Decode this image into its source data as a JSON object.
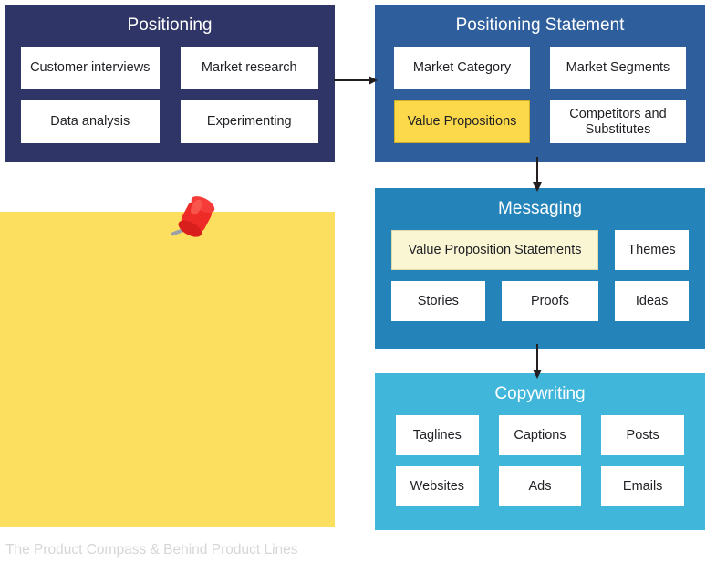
{
  "diagram": {
    "title_hidden": "",
    "sections": [
      {
        "id": "positioning",
        "title": "Positioning",
        "color": "#2f3566",
        "rows": [
          [
            {
              "label": "Customer interviews",
              "highlight": "none"
            },
            {
              "label": "Market research",
              "highlight": "none"
            }
          ],
          [
            {
              "label": "Data analysis",
              "highlight": "none"
            },
            {
              "label": "Experimenting",
              "highlight": "none"
            }
          ]
        ]
      },
      {
        "id": "positioning-statement",
        "title": "Positioning Statement",
        "color": "#2e5e9b",
        "rows": [
          [
            {
              "label": "Market Category",
              "highlight": "none"
            },
            {
              "label": "Market Segments",
              "highlight": "none"
            }
          ],
          [
            {
              "label": "Value Propositions",
              "highlight": "gold"
            },
            {
              "label": "Competitors and Substitutes",
              "highlight": "none"
            }
          ]
        ]
      },
      {
        "id": "messaging",
        "title": "Messaging",
        "color": "#2484ba",
        "rows": [
          [
            {
              "label": "Value Proposition Statements",
              "highlight": "cream"
            },
            {
              "label": "Themes",
              "highlight": "none"
            }
          ],
          [
            {
              "label": "Stories",
              "highlight": "none"
            },
            {
              "label": "Proofs",
              "highlight": "none"
            },
            {
              "label": "Ideas",
              "highlight": "none"
            }
          ]
        ]
      },
      {
        "id": "copywriting",
        "title": "Copywriting",
        "color": "#41b6db",
        "rows": [
          [
            {
              "label": "Taglines",
              "highlight": "none"
            },
            {
              "label": "Captions",
              "highlight": "none"
            },
            {
              "label": "Posts",
              "highlight": "none"
            }
          ],
          [
            {
              "label": "Websites",
              "highlight": "none"
            },
            {
              "label": "Ads",
              "highlight": "none"
            },
            {
              "label": "Emails",
              "highlight": "none"
            }
          ]
        ]
      }
    ],
    "connectors": [
      {
        "name": "arrow-positioning-to-statement",
        "direction": "right"
      },
      {
        "name": "arrow-statement-to-messaging",
        "direction": "down"
      },
      {
        "name": "arrow-messaging-to-copywriting",
        "direction": "down"
      }
    ],
    "sticky_note": {
      "name": "sticky-note",
      "color": "#fcdf5e",
      "text": "",
      "pin": "pushpin-icon"
    },
    "footer": {
      "caption": "The Product Compass & Behind Product Lines"
    },
    "colors": {
      "navy": "#2f3566",
      "blue": "#2e5e9b",
      "teal": "#2484ba",
      "cyan": "#41b6db",
      "gold": "#fcd94a",
      "cream": "#faf6d4",
      "sticky_yellow": "#fcdf5e",
      "footer_gray": "#d6d6d6",
      "chip_white": "#ffffff",
      "arrow_dark": "#231f20"
    }
  }
}
